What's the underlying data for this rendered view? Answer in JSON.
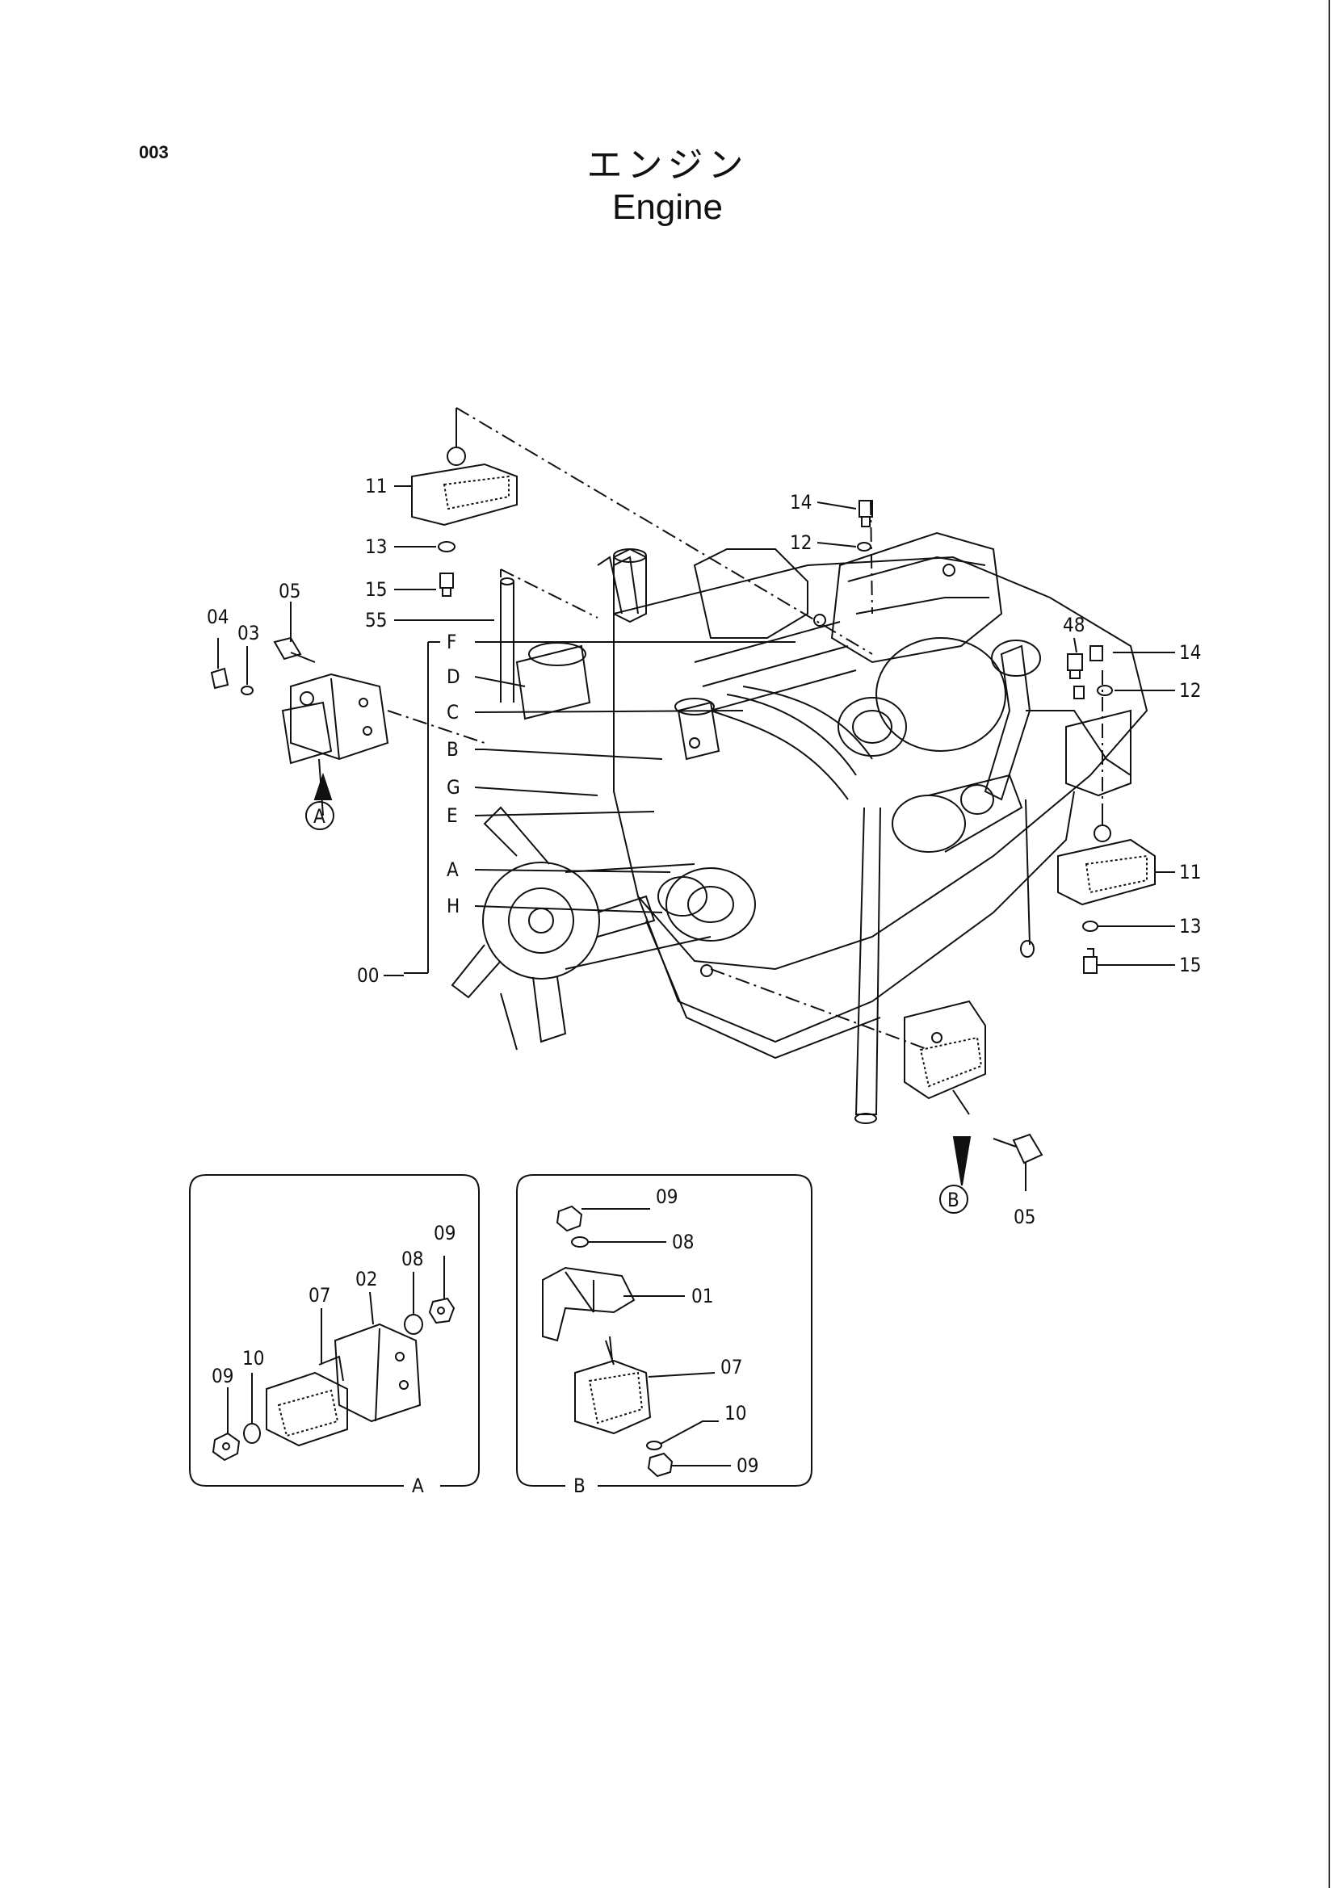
{
  "page": {
    "number": "003",
    "title_jp": "エンジン",
    "title_en": "Engine"
  },
  "callouts": {
    "c11_top": "11",
    "c13_top": "13",
    "c15_top": "15",
    "c55": "55",
    "c05_left": "05",
    "c04": "04",
    "c03": "03",
    "c14_top": "14",
    "c12_top": "12",
    "c48": "48",
    "c14_right": "14",
    "c12_right": "12",
    "c11_right": "11",
    "c13_right": "13",
    "c15_right": "15",
    "c00": "00",
    "c05_bottom": "05",
    "F": "F",
    "D": "D",
    "C": "C",
    "B": "B",
    "G": "G",
    "E": "E",
    "A": "A",
    "H": "H",
    "view_a_marker": "A",
    "view_b_marker": "B"
  },
  "detail_a": {
    "label": "A",
    "c09_left": "09",
    "c10": "10",
    "c07": "07",
    "c02": "02",
    "c08": "08",
    "c09_right": "09"
  },
  "detail_b": {
    "label": "B",
    "c09_top": "09",
    "c08": "08",
    "c01": "01",
    "c07": "07",
    "c10": "10",
    "c09_bottom": "09"
  }
}
